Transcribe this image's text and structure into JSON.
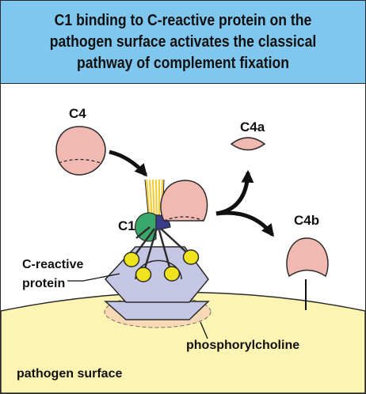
{
  "title": "C1 binding to C-reactive protein on the pathogen surface activates the classical pathway of complement fixation",
  "labels": {
    "c4": "C4",
    "c4a": "C4a",
    "c4b": "C4b",
    "c1": "C1",
    "crp_line1": "C-reactive",
    "crp_line2": "protein",
    "phosphorylcholine": "phosphorylcholine",
    "pathogen_surface": "pathogen surface"
  },
  "colors": {
    "title_background": "#7fc7ee",
    "pathogen_surface": "#fdf3b2",
    "c4_fragment": "#f2b9b3",
    "crp": "#c5c6e4",
    "phosphorylcholine_patch": "#f8d9b5",
    "c1_heads": "#eee31c",
    "c1_stalks": "#f4ce3a",
    "c1_green": "#3aa86a",
    "c1_navy": "#3a3d8c"
  }
}
